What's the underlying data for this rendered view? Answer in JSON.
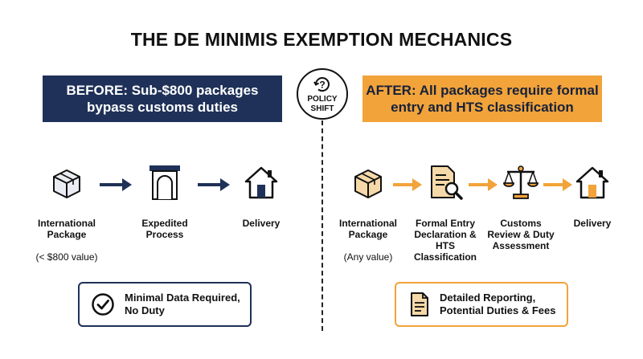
{
  "title": "THE DE MINIMIS EXEMPTION MECHANICS",
  "before": {
    "banner": "BEFORE: Sub-$800 packages\nbypass customs duties",
    "steps": [
      {
        "label": "International\nPackage",
        "sub": "(< $800 value)",
        "icon": "package-icon"
      },
      {
        "label": "Expedited\nProcess",
        "sub": "",
        "icon": "gate-icon"
      },
      {
        "label": "Delivery",
        "sub": "",
        "icon": "house-icon"
      }
    ],
    "card": "Minimal Data Required,\nNo Duty",
    "card_icon": "check-circle-icon"
  },
  "policy": {
    "label": "POLICY\nSHIFT",
    "icon": "question-cycle-icon"
  },
  "after": {
    "banner": "AFTER: All packages require formal\nentry and HTS classification",
    "steps": [
      {
        "label": "International\nPackage",
        "sub": "(Any value)",
        "icon": "package-icon"
      },
      {
        "label": "Formal Entry\nDeclaration &\nHTS\nClassification",
        "sub": "",
        "icon": "document-magnifier-icon"
      },
      {
        "label": "Customs\nReview & Duty\nAssessment",
        "sub": "",
        "icon": "scales-icon"
      },
      {
        "label": "Delivery",
        "sub": "",
        "icon": "house-icon"
      }
    ],
    "card": "Detailed Reporting,\nPotential Duties & Fees",
    "card_icon": "document-icon"
  },
  "colors": {
    "navy": "#1f3158",
    "orange": "#f2a33a",
    "tan": "#f6d9a8"
  }
}
